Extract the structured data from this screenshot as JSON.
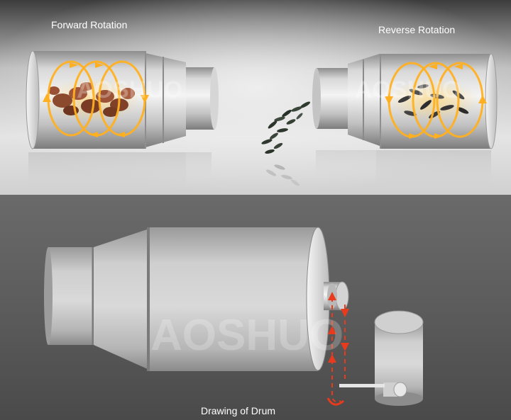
{
  "labels": {
    "forward_rotation": "Forward Rotation",
    "reverse_rotation": "Reverse Rotation",
    "drawing_of_drum": "Drawing of Drum"
  },
  "watermark": "AOSHUO",
  "colors": {
    "top_background": "#d7d7d7",
    "bottom_background": "#5e5e5e",
    "drum_metal": "#c9c9c9",
    "rotation_arrows": "#ffb020",
    "drive_arrows": "#e83a1c",
    "caption_text": "#ffffff"
  }
}
